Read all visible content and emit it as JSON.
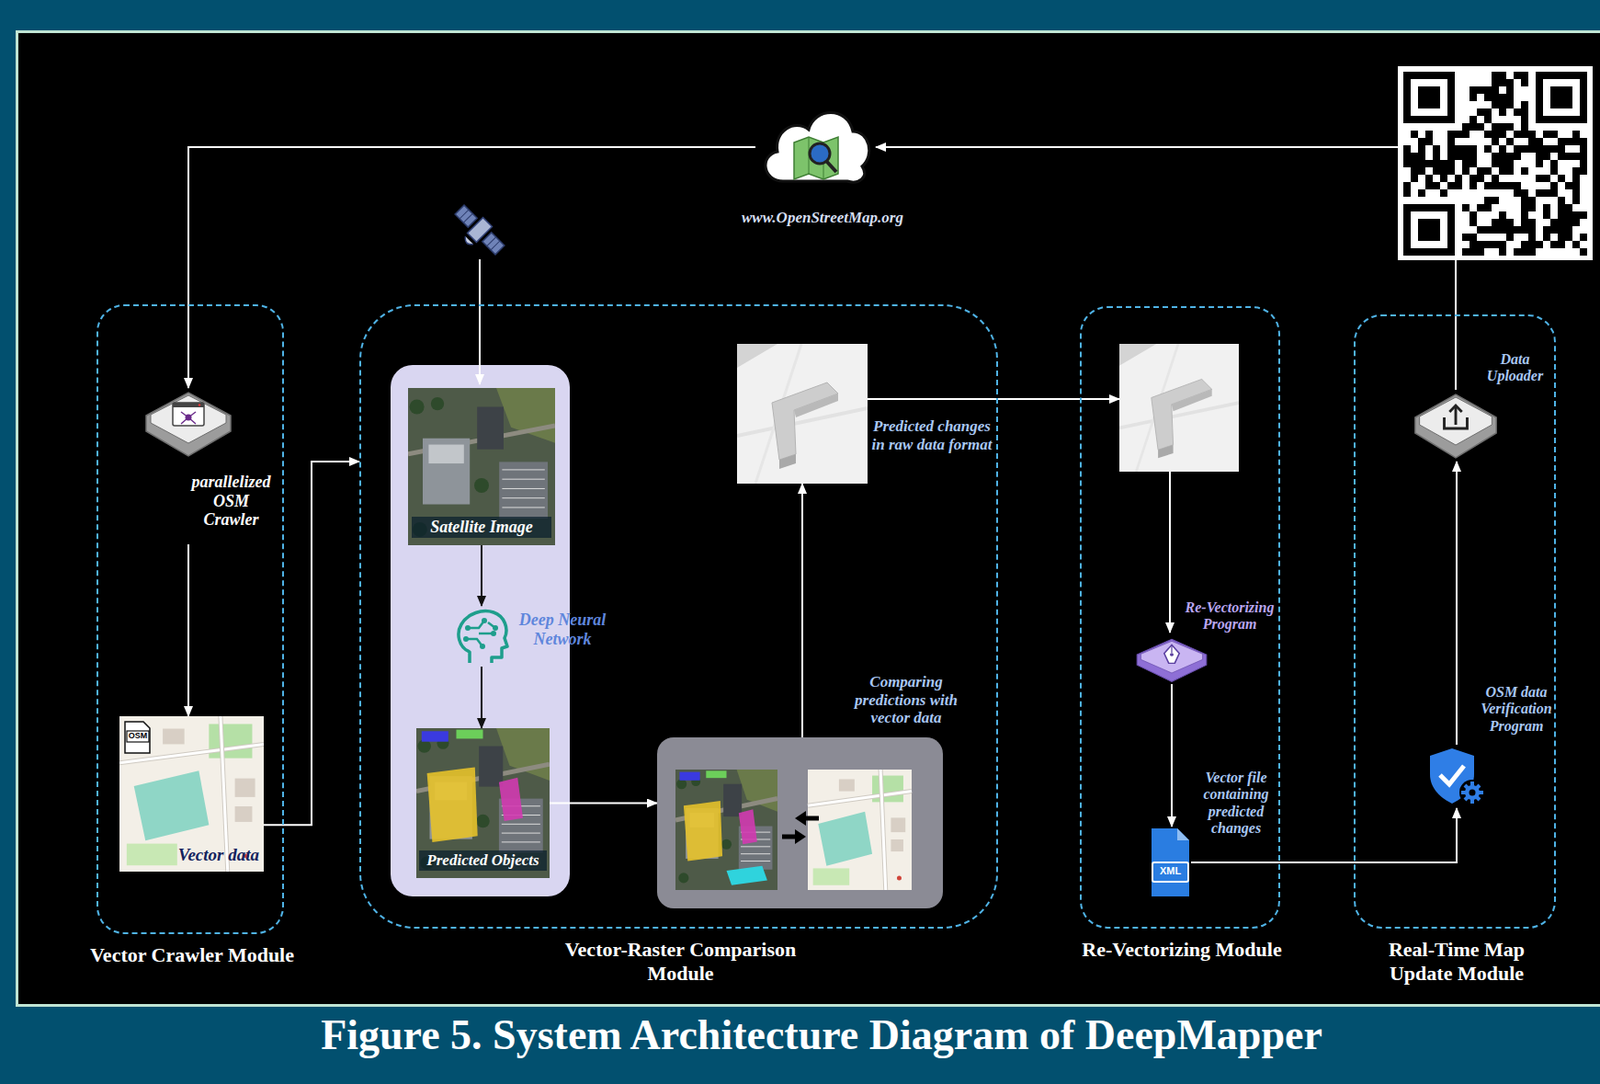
{
  "diagram": {
    "caption": "Figure 5. System Architecture Diagram of DeepMapper",
    "nodes": [
      {
        "text": [
          "Vector Crawler Module"
        ]
      },
      {
        "text": [
          "parallelized OSM Crawler"
        ],
        "in": 0
      },
      {
        "text": [
          "Vector data"
        ],
        "in": 0
      },
      {
        "text": [
          "Vector-Raster Comparison Module"
        ]
      },
      {
        "text": [
          "Satellite Image"
        ],
        "in": 3
      },
      {
        "text": [
          "Deep Neural Network"
        ],
        "in": 3
      },
      {
        "text": [
          "Predicted Objects"
        ],
        "in": 3
      },
      {
        "text": [
          "Comparing predictions with vector data"
        ],
        "in": 3
      },
      {
        "text": [
          "Predicted changes in raw data format"
        ],
        "in": 3
      },
      {
        "text": [
          "www.OpenStreetMap.org"
        ]
      },
      {
        "text": [
          "Re-Vectorizing Module"
        ]
      },
      {
        "text": [
          "Re-Vectorizing Program"
        ],
        "in": 10
      },
      {
        "text": [
          "Vector file containing predicted changes"
        ],
        "in": 10
      },
      {
        "text": [
          "Real-Time Map Update Module"
        ]
      },
      {
        "text": [
          "OSM data Verification Program"
        ],
        "in": 13
      },
      {
        "text": [
          "Data Uploader"
        ],
        "in": 13
      }
    ],
    "edges": [
      {
        "from": 9,
        "to": 1,
        "arrow": "to"
      },
      {
        "from": 1,
        "to": 2,
        "arrow": "to"
      },
      {
        "from": 2,
        "to": 3,
        "arrow": "to"
      },
      {
        "from": 4,
        "to": 5,
        "arrow": "to"
      },
      {
        "from": 5,
        "to": 6,
        "arrow": "to"
      },
      {
        "from": 6,
        "to": 7,
        "arrow": "to"
      },
      {
        "from": 7,
        "to": 8,
        "arrow": "to"
      },
      {
        "from": 8,
        "to": 10,
        "arrow": "to"
      },
      {
        "from": 11,
        "to": 12,
        "arrow": "to"
      },
      {
        "from": 12,
        "to": 14,
        "arrow": "to"
      },
      {
        "from": 14,
        "to": 15,
        "arrow": "to"
      },
      {
        "from": 15,
        "to": 9,
        "arrow": "to"
      }
    ],
    "labels": [
      "OSM",
      "XML"
    ]
  }
}
